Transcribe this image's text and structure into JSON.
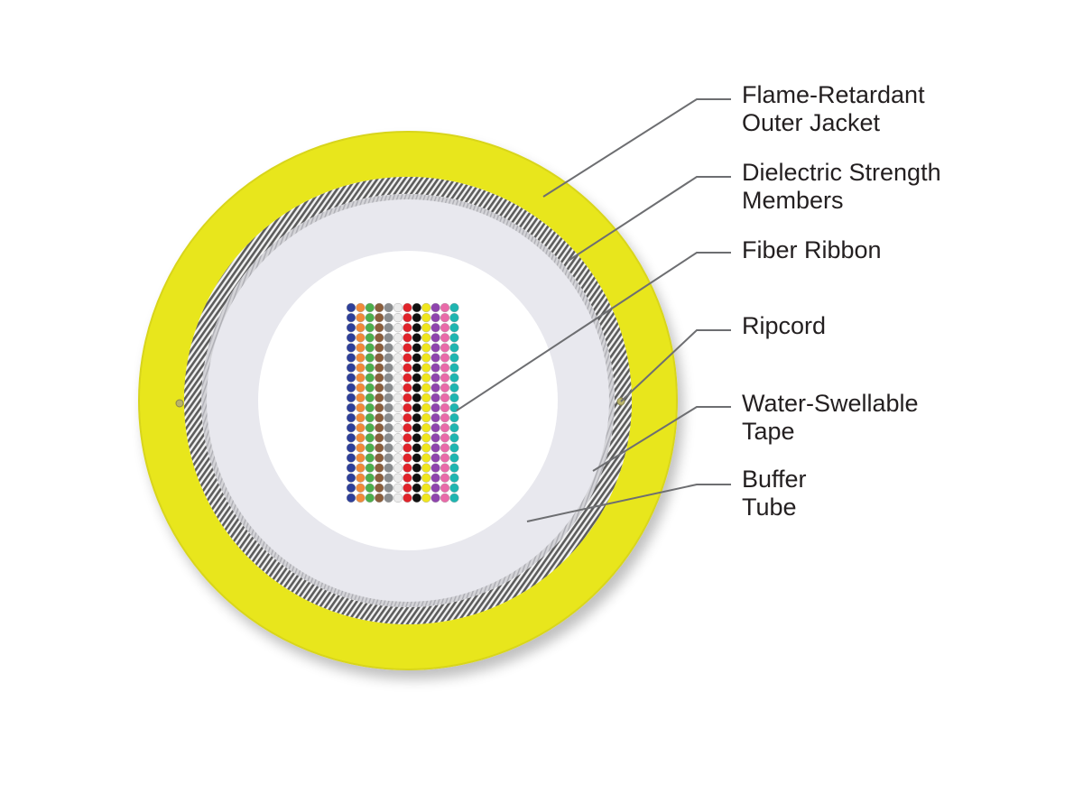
{
  "labels": {
    "jacket": {
      "line1": "Flame-Retardant",
      "line2": "Outer Jacket"
    },
    "strength": {
      "line1": "Dielectric Strength",
      "line2": "Members"
    },
    "ribbon": {
      "line1": "Fiber Ribbon"
    },
    "ripcord": {
      "line1": "Ripcord"
    },
    "tape": {
      "line1": "Water-Swellable",
      "line2": "Tape"
    },
    "buffer": {
      "line1": "Buffer",
      "line2": "Tube"
    }
  },
  "colors": {
    "jacket": "#e8e61c",
    "strength_gap": "#ffffff",
    "tape": "#c9c9cc",
    "buffer_tube": "#e8e8ee",
    "core": "#ffffff",
    "leader": "#6d6e71",
    "label_text": "#231f20",
    "ripcord": "#b8b36a"
  },
  "fiber_ribbon": {
    "columns": 12,
    "rows": 20,
    "fiber_colors": [
      "#2e3f99",
      "#f08a3a",
      "#4cae4c",
      "#8b5e3c",
      "#8a8c8e",
      "#ececec",
      "#e0242b",
      "#111111",
      "#f0e61e",
      "#8e44ad",
      "#e96aa8",
      "#1fb5b0"
    ]
  }
}
